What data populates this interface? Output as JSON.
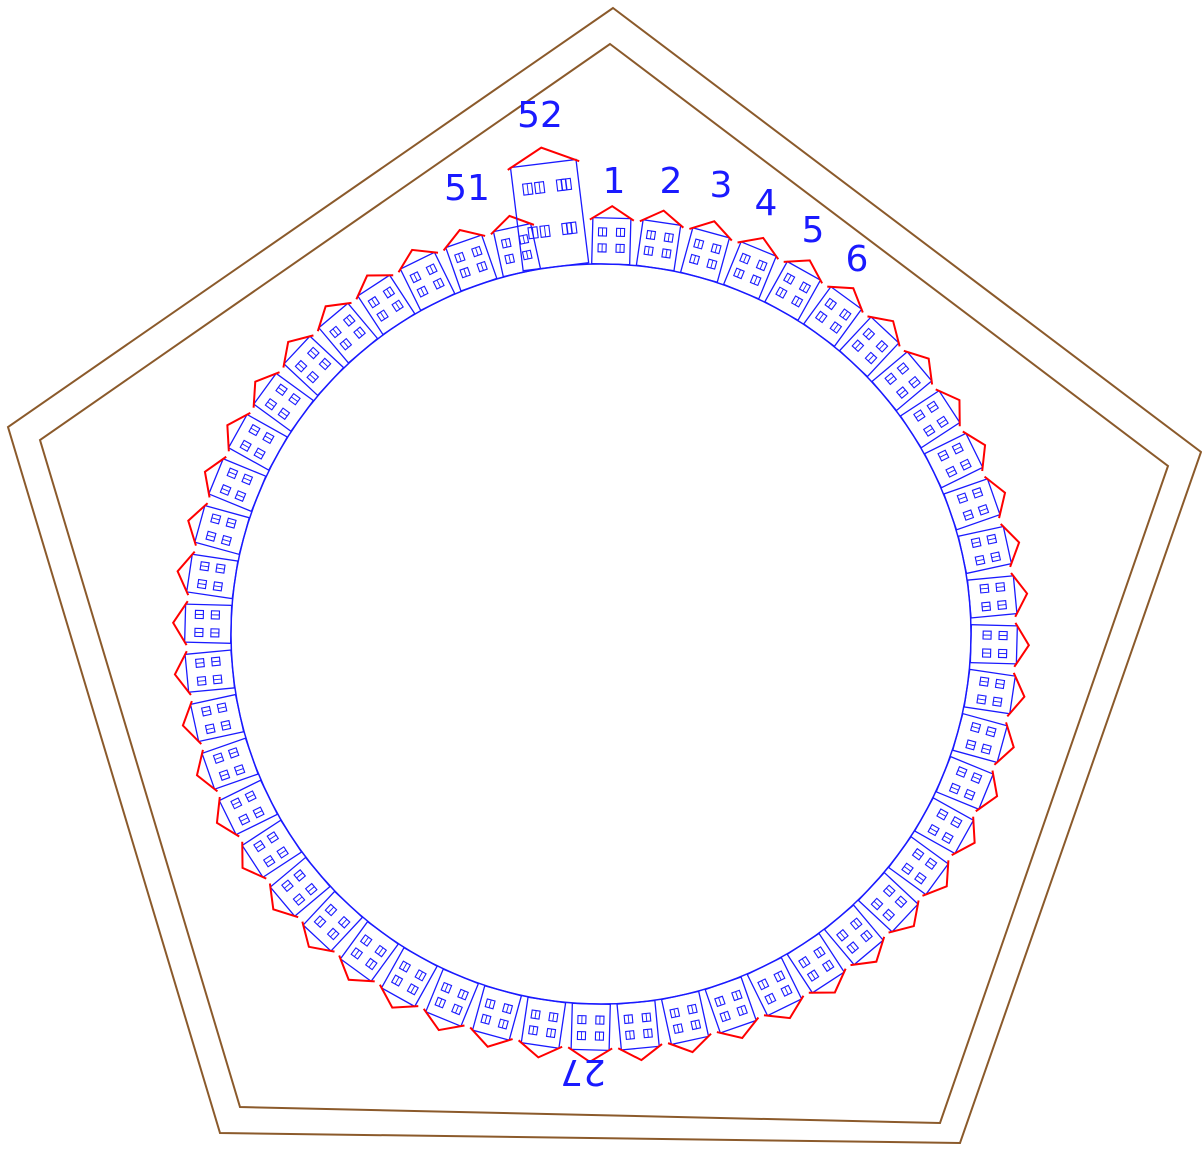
{
  "colors": {
    "background": "#ffffff",
    "border": "#8b5a2b",
    "house": "#1a1aff",
    "roof": "#ff0000",
    "label": "#1a1aff"
  },
  "houses": {
    "count": 52,
    "labels": [
      {
        "num": "1"
      },
      {
        "num": "2"
      },
      {
        "num": "3"
      },
      {
        "num": "4"
      },
      {
        "num": "5"
      },
      {
        "num": "6"
      },
      {
        "num": "27"
      },
      {
        "num": "51"
      },
      {
        "num": "52"
      }
    ]
  }
}
